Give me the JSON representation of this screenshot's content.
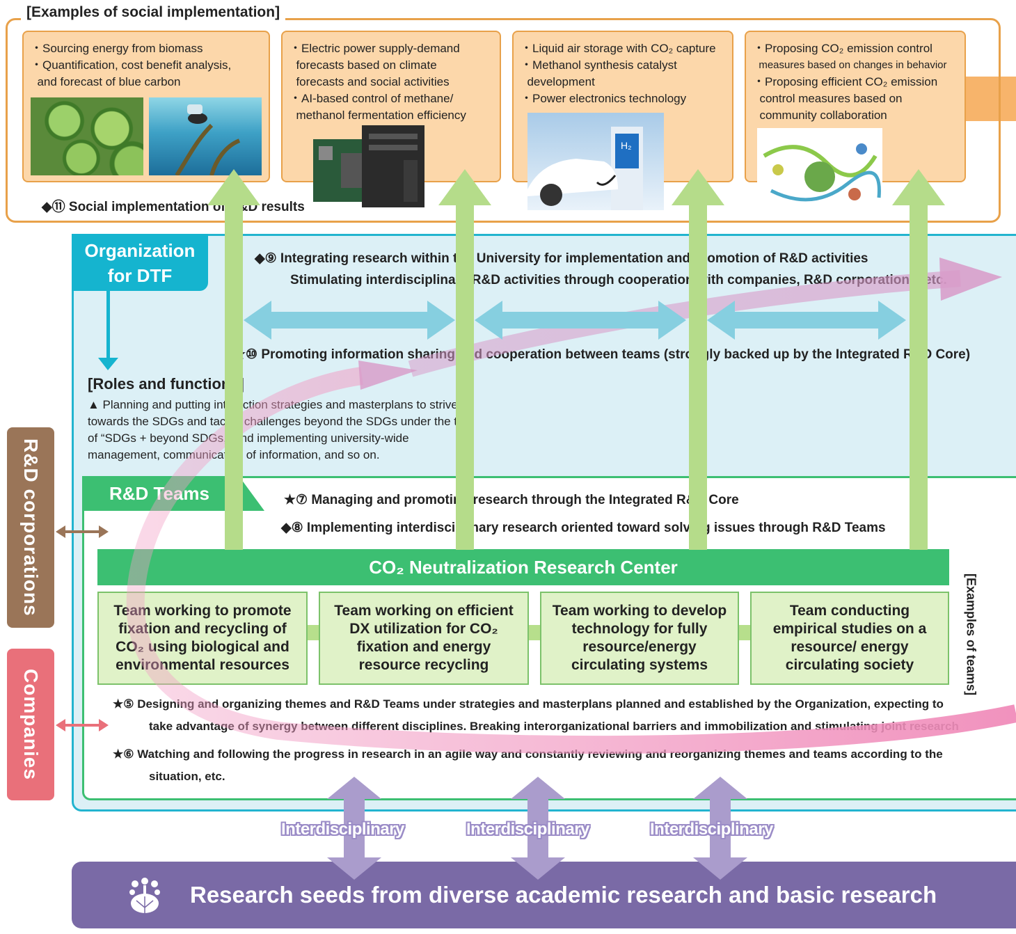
{
  "social": {
    "title": "[Examples of social implementation]",
    "caption": "◆⑪ Social implementation of R&D results",
    "boxes": [
      {
        "lines": [
          "・Sourcing energy from biomass",
          "・Quantification, cost benefit analysis,",
          "  and forecast of blue carbon"
        ]
      },
      {
        "lines": [
          "・Electric power supply-demand",
          "  forecasts based on climate",
          "  forecasts and social activities",
          "・AI-based control of methane/",
          "  methanol fermentation efficiency"
        ]
      },
      {
        "lines": [
          "・Liquid air storage with CO₂ capture",
          "・Methanol synthesis catalyst",
          "  development",
          "・Power electronics technology"
        ]
      },
      {
        "lines": [
          "・Proposing CO₂ emission control",
          "  measures based on changes in behavior",
          "・Proposing efficient CO₂ emission",
          "  control measures based on",
          "  community collaboration"
        ]
      }
    ]
  },
  "dtf": {
    "tab_line1": "Organization",
    "tab_line2": "for DTF",
    "s9_line1": "◆⑨ Integrating research within the University for implementation and promotion of R&D activities",
    "s9_line2": "Stimulating interdisciplinary R&D activities through cooperation with companies, R&D corporations, etc.",
    "s10": "★⑩ Promoting information sharing and cooperation between teams (strongly backed up by the Integrated R&D Core)",
    "roles_title": "[Roles and functions]",
    "roles_body": "▲ Planning and putting into action strategies and masterplans to strive towards the SDGs and tackle challenges beyond the SDGs under the title of “SDGs + beyond SDGs,” and implementing university-wide management, communication of information, and so on."
  },
  "rd": {
    "tab": "R&D Teams",
    "s7": "★⑦ Managing and promoting research through the Integrated R&D Core",
    "s8": "◆⑧ Implementing interdisciplinary research oriented toward solving issues through R&D Teams",
    "center": "CO₂ Neutralization Research Center",
    "examples_label": "[Examples of teams]",
    "teams": [
      "Team working to promote fixation and recycling of CO₂ using biological and environmental resources",
      "Team working on efficient DX utilization for CO₂ fixation and energy resource recycling",
      "Team working to develop technology for fully resource/energy circulating systems",
      "Team conducting empirical studies on a resource/ energy circulating society"
    ],
    "s5_line1": "★⑤ Designing and organizing themes and R&D Teams under strategies and masterplans planned and established by the Organization, expecting to",
    "s5_line2": "take advantage of synergy between different disciplines. Breaking interorganizational barriers and immobilization and stimulating joint research",
    "s6_line1": "★⑥ Watching and following the progress in research in an agile way and constantly reviewing and reorganizing themes and teams according to the",
    "s6_line2": "situation, etc."
  },
  "side": {
    "rd_corporations": "R&D corporations",
    "companies": "Companies"
  },
  "bottom": {
    "interdisciplinary": [
      "Interdisciplinary",
      "Interdisciplinary",
      "Interdisciplinary"
    ],
    "seeds": "Research seeds from diverse academic research and basic research"
  },
  "colors": {
    "orange": "#e8a14a",
    "cyan": "#15b4cf",
    "green": "#3cbf72",
    "purple": "#7a6aa6",
    "brown": "#9a7558",
    "pink": "#e9707a"
  }
}
